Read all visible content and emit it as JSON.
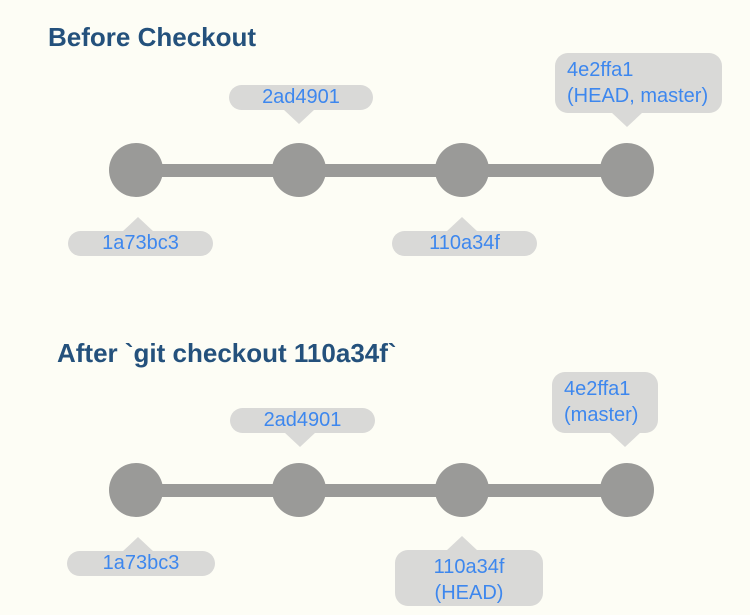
{
  "colors": {
    "page_bg": "#fdfdf5",
    "node_gray": "#9a9a98",
    "callout_bg": "#d9d9d7",
    "callout_text": "#3d87ee",
    "title_color": "#24517c"
  },
  "sections": [
    {
      "title": "Before Checkout",
      "commit_order": [
        "1a73bc3",
        "2ad4901",
        "110a34f",
        "4e2ffa1"
      ],
      "callouts": [
        {
          "lines": [
            "2ad4901"
          ],
          "points_to": "2ad4901",
          "tail": "down"
        },
        {
          "lines": [
            "4e2ffa1",
            "(HEAD, master)"
          ],
          "points_to": "4e2ffa1",
          "tail": "down"
        },
        {
          "lines": [
            "1a73bc3"
          ],
          "points_to": "1a73bc3",
          "tail": "up"
        },
        {
          "lines": [
            "110a34f"
          ],
          "points_to": "110a34f",
          "tail": "up"
        }
      ]
    },
    {
      "title": "After `git checkout 110a34f`",
      "commit_order": [
        "1a73bc3",
        "2ad4901",
        "110a34f",
        "4e2ffa1"
      ],
      "callouts": [
        {
          "lines": [
            "2ad4901"
          ],
          "points_to": "2ad4901",
          "tail": "down"
        },
        {
          "lines": [
            "4e2ffa1",
            "(master)"
          ],
          "points_to": "4e2ffa1",
          "tail": "down"
        },
        {
          "lines": [
            "1a73bc3"
          ],
          "points_to": "1a73bc3",
          "tail": "up"
        },
        {
          "lines": [
            "110a34f",
            "(HEAD)"
          ],
          "points_to": "110a34f",
          "tail": "up"
        }
      ]
    }
  ]
}
